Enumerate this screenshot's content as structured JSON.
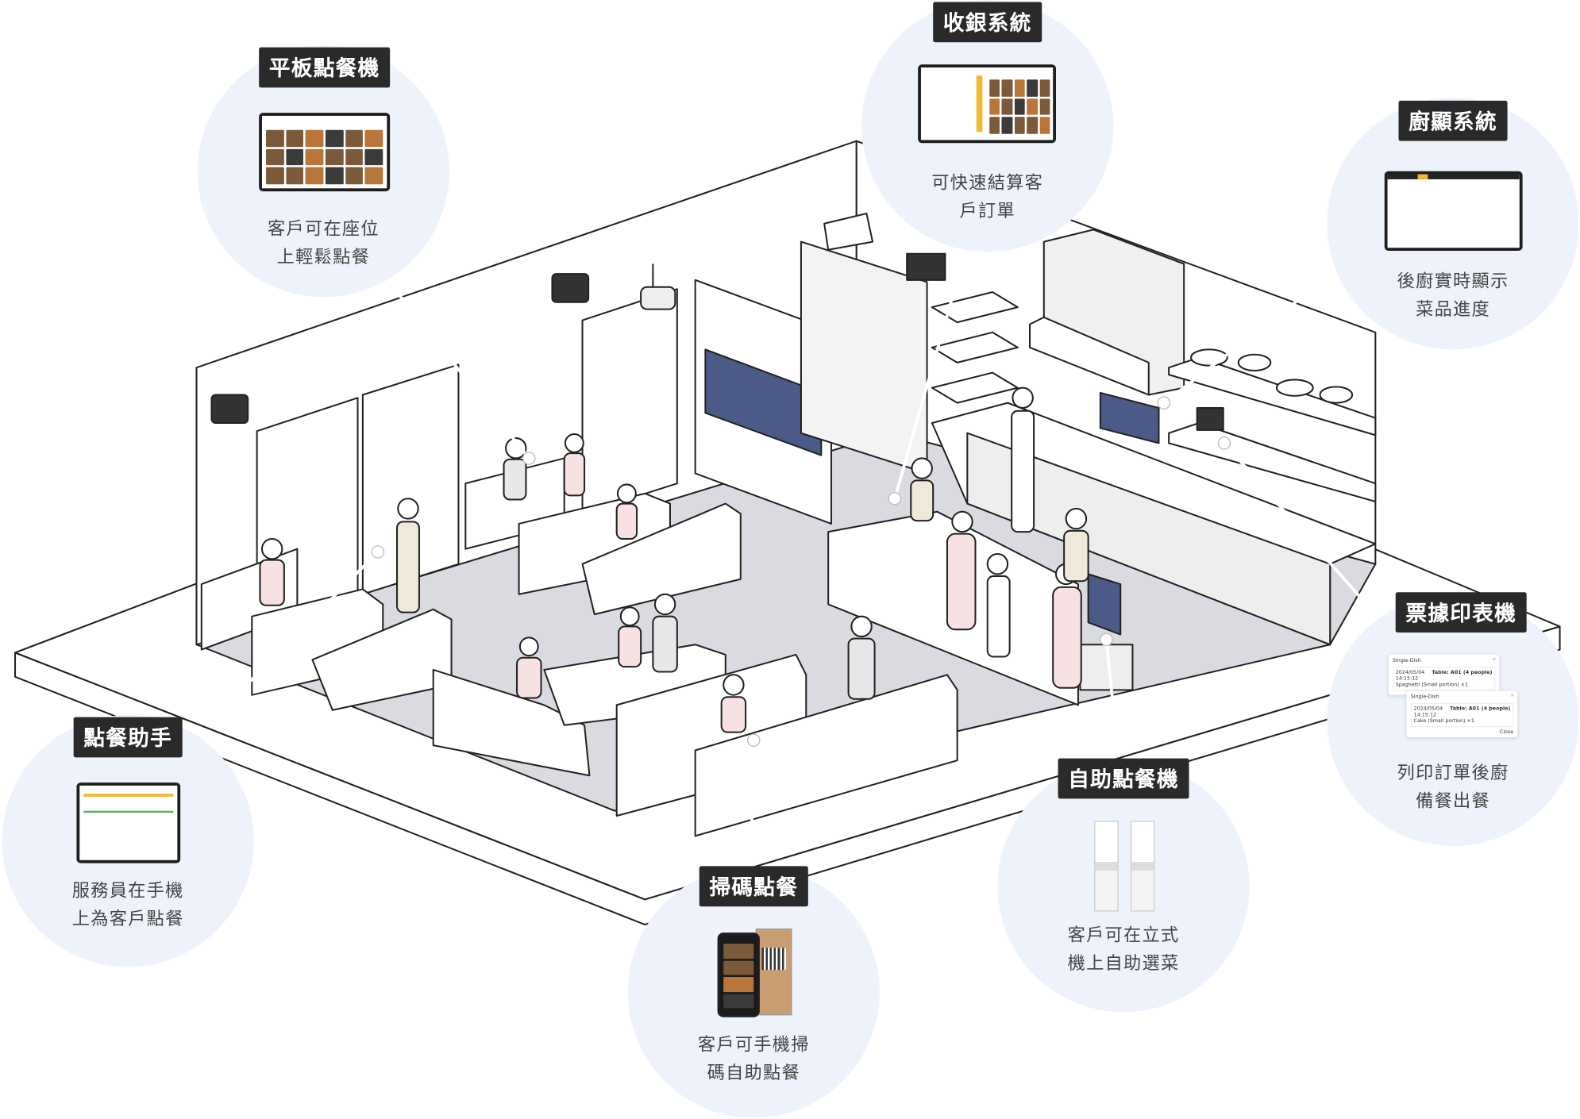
{
  "callouts": {
    "tablet": {
      "title": "平板點餐機",
      "desc": [
        "客戶可在座位",
        "上輕鬆點餐"
      ]
    },
    "pos": {
      "title": "收銀系統",
      "desc": [
        "可快速結算客",
        "戶訂單"
      ]
    },
    "kds": {
      "title": "廚顯系統",
      "desc": [
        "後廚實時顯示",
        "菜品進度"
      ]
    },
    "assistant": {
      "title": "點餐助手",
      "desc": [
        "服務員在手機",
        "上為客戶點餐"
      ]
    },
    "qr": {
      "title": "掃碼點餐",
      "desc": [
        "客戶可手機掃",
        "碼自助點餐"
      ]
    },
    "kiosk": {
      "title": "自助點餐機",
      "desc": [
        "客戶可在立式",
        "機上自助選菜"
      ]
    },
    "printer": {
      "title": "票據印表機",
      "desc": [
        "列印訂單後廚",
        "備餐出餐"
      ],
      "receipts": [
        {
          "header": "Single-Dish",
          "time": "2024/05/04 14:15:12",
          "table": "Table: A01 (4 people)",
          "item": "Spaghetti (Small portion)  ×1"
        },
        {
          "header": "Single-Dish",
          "time": "2024/05/04 14:15:12",
          "table": "Table: A01 (4 people)",
          "item": "Cake (Small portion)  ×1",
          "button": "Close"
        }
      ]
    }
  },
  "colors": {
    "bubble": "#eef2fb",
    "tag": "#2a2a2a",
    "accent": "#f5b82e",
    "tv": "#4b5a86",
    "floor": "#d9dbe0"
  }
}
